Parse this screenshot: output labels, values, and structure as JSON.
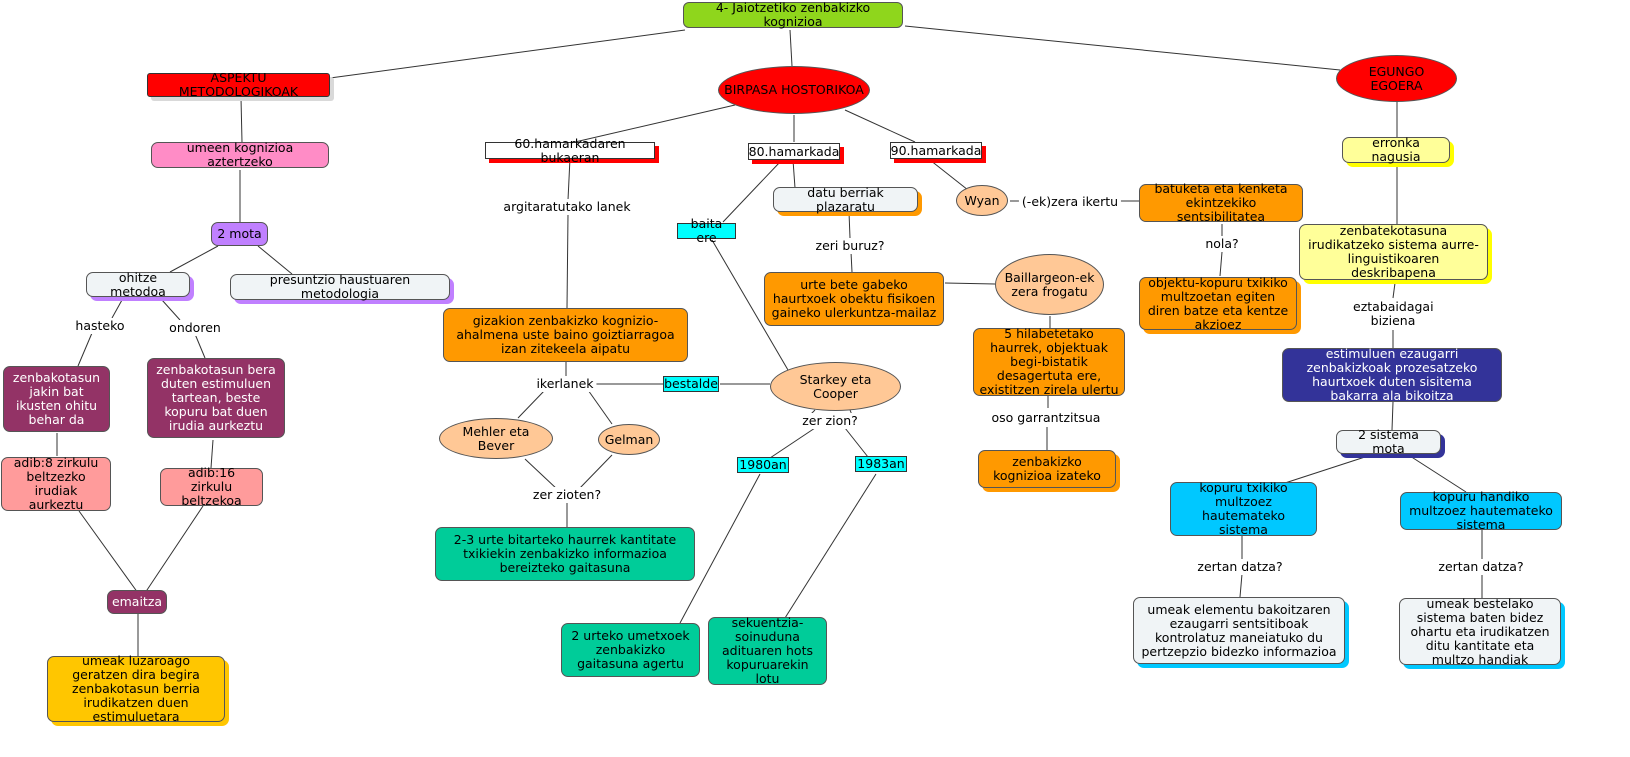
{
  "title": "4- Jaiotzetiko zenbakizko kognizioa",
  "nodes": {
    "aspektu": "ASPEKTU METODOLOGIKOAK",
    "birpasa": "BIRPASA HOSTORIKOA",
    "egungo": "EGUNGO EGOERA",
    "umeen": "umeen kognizioa aztertzeko",
    "bi_mota": "2 mota",
    "ohitze": "ohitze metodoa",
    "presuntzio": "presuntzio haustuaren metodologia",
    "jakin": "zenbakotasun jakin bat ikusten ohitu behar da",
    "bera": "zenbakotasun bera duten estimuluen tartean, beste kopuru bat duen irudia aurkeztu",
    "adib8": "adib:8 zirkulu beltzezko irudiak aurkeztu",
    "adib16": "adib:16 zirkulu beltzekoa",
    "emaitza": "emaitza",
    "luzaroago": "umeak luzaroago geratzen dira begira zenbakotasun berria irudikatzen duen estimuluetara",
    "h60": "60.hamarkadaren bukaeran",
    "h80": "80.hamarkada",
    "h90": "90.hamarkada",
    "gizakion": "gizakion zenbakizko kognizio-ahalmena uste baino goiztiarragoa izan zitekeela aipatu",
    "mehler": "Mehler eta Bever",
    "gelman": "Gelman",
    "urte23": "2-3 urte bitarteko haurrek kantitate txikiekin zenbakizko informazioa bereizteko gaitasuna",
    "baita_ere": "baita ere",
    "datu": "datu berriak plazaratu",
    "urte_bete": "urte bete gabeko haurtxoek obektu fisikoen gaineko ulerkuntza-mailaz",
    "wyan": "Wyan",
    "bestalde": "bestalde",
    "starkey": "Starkey eta Cooper",
    "a1980": "1980an",
    "a1983": "1983an",
    "urteko2": "2 urteko umetxoek zenbakizko gaitasuna agertu",
    "sekuentzia": "sekuentzia-soinuduna adituaren hots kopuruarekin lotu",
    "baillargeon": "Baillargeon-ek zera frogatu",
    "hilabete5": "5 hilabetetako haurrek, objektuak begi-bistatik desagertuta ere, existitzen zirela ulertu",
    "zenb_kogn": "zenbakizko kognizioa izateko",
    "batuketa": "batuketa eta kenketa ekintzekiko sentsibilitatea",
    "objektu": "objektu-kopuru txikiko multzoetan egiten diren batze eta kentze akzioez",
    "erronka": "erronka nagusia",
    "aurre": "zenbatekotasuna irudikatzeko sistema aurre-linguistikoaren deskribapena",
    "estimuluen": "estimuluen ezaugarri zenbakizkoak prozesatzeko haurtxoek duten sisitema bakarra ala bikoitza",
    "sistema2": "2 sistema mota",
    "txikiko": "kopuru txikiko multzoez hautemateko sistema",
    "handiko": "kopuru handiko multzoez hautemateko sistema",
    "elementu": "umeak elementu bakoitzaren ezaugarri sentsitiboak kontrolatuz maneiatuko du pertzepzio bidezko informazioa",
    "bestelako": "umeak bestelako sistema baten bidez ohartu eta irudikatzen ditu kantitate eta multzo handiak"
  },
  "links": {
    "hasteko": "hasteko",
    "ondoren": "ondoren",
    "argitaratutako": "argitaratutako lanek",
    "ikerlanek": "ikerlanek",
    "zer_zioten": "zer zioten?",
    "zeri_buruz": "zeri buruz?",
    "ekzera": "(-ek)zera ikertu",
    "zer_zion": "zer zion?",
    "oso": "oso garrantzitsua",
    "nola": "nola?",
    "eztabaidagai": "eztabaidagai biziena",
    "zertan1": "zertan datza?",
    "zertan2": "zertan datza?"
  },
  "colors": {
    "title": "#8fd61c",
    "red": "#ff0000",
    "pink": "#ff8cc6",
    "purple": "#c080ff",
    "maroon": "#933366",
    "salmon": "#ff9b9b",
    "gold": "#ffc600",
    "orange": "#ff9900",
    "peach": "#ffc896",
    "cyan": "#00ffff",
    "teal": "#00cc99",
    "yellow": "#ffff99",
    "navy": "#333399",
    "sky": "#00c8ff",
    "offwhite": "#f0f4f6"
  }
}
